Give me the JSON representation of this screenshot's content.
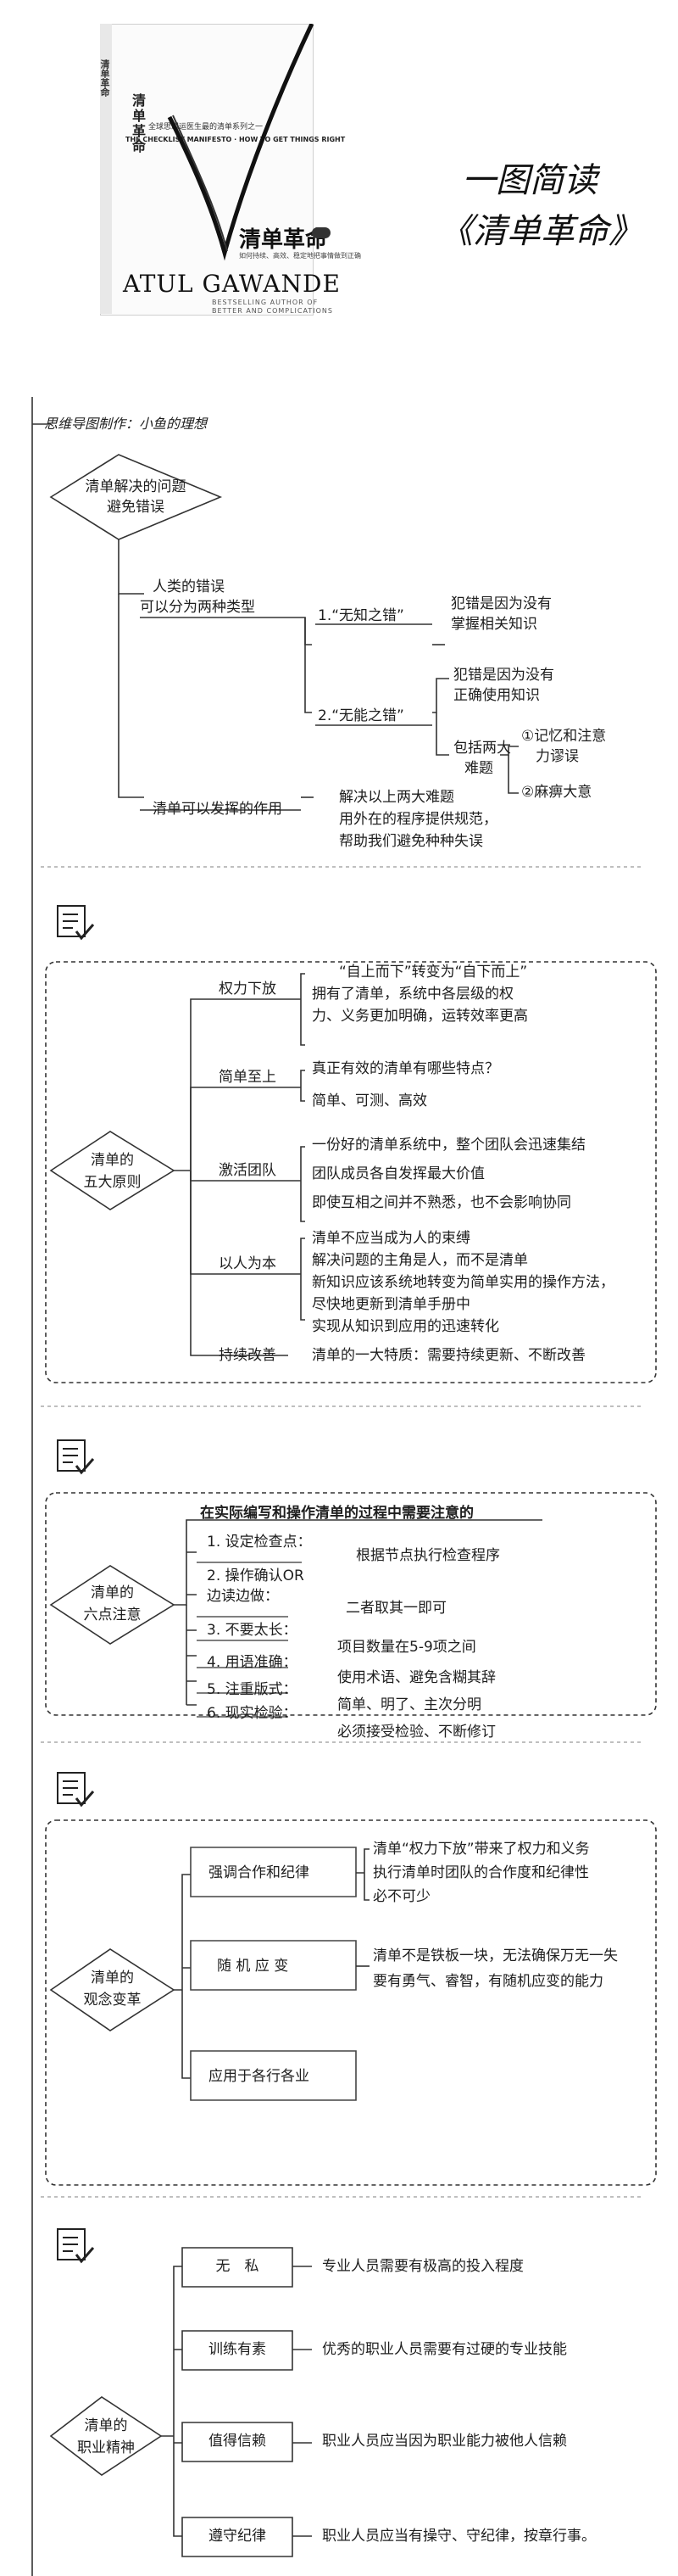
{
  "header": {
    "cover": {
      "series": "全球思想运医生最的清单系列之一",
      "english_title": "THE CHECKLIST MANIFESTO · HOW TO GET THINGS RIGHT",
      "cn_title": "清单革命",
      "subtitle_line": "如何持续、高效、稳定地把事情做到正确",
      "author": "ATUL GAWANDE",
      "blurb1": "BESTSELLING AUTHOR OF",
      "blurb2": "BETTER AND COMPLICATIONS",
      "spine_title": "清单革命"
    },
    "headline_1": "一图简读",
    "headline_2": "《清单革命》",
    "credit": "思维导图制作：小鱼的理想"
  },
  "section1": {
    "root": [
      "清单解决的问题",
      "避免错误"
    ],
    "branch_a": [
      "人类的错误",
      "可以分为两种类型"
    ],
    "err1_label": "1.“无知之错”",
    "err1_desc": [
      "犯错是因为没有",
      "掌握相关知识"
    ],
    "err2_label": "2.“无能之错”",
    "err2_desc": [
      "犯错是因为没有",
      "正确使用知识"
    ],
    "difficulty_label": [
      "包括两大",
      "难题"
    ],
    "difficulty_items": [
      "①记忆和注意",
      "力谬误",
      "②麻痹大意"
    ],
    "branch_b": "清单可以发挥的作用",
    "branch_b_desc": [
      "解决以上两大难题",
      "用外在的程序提供规范，",
      "帮助我们避免种种失误"
    ]
  },
  "section2": {
    "root": [
      "清单的",
      "五大原则"
    ],
    "nodes": [
      {
        "label": "权力下放",
        "lines": [
          "“自上而下”转变为“自下而上”",
          "拥有了清单，系统中各层级的权",
          "力、义务更加明确，运转效率更高"
        ]
      },
      {
        "label": "简单至上",
        "lines": [
          "真正有效的清单有哪些特点？",
          "简单、可测、高效"
        ]
      },
      {
        "label": "激活团队",
        "lines": [
          "一份好的清单系统中，整个团队会迅速集结",
          "团队成员各自发挥最大价值",
          "即使互相之间并不熟悉，也不会影响协同"
        ]
      },
      {
        "label": "以人为本",
        "lines": [
          "清单不应当成为人的束缚",
          "解决问题的主角是人，而不是清单",
          "新知识应该系统地转变为简单实用的操作方法，",
          "尽快地更新到清单手册中",
          "实现从知识到应用的迅速转化"
        ]
      },
      {
        "label": "持续改善",
        "lines": [
          "清单的一大特质：需要持续更新、不断改善"
        ]
      }
    ]
  },
  "section3": {
    "root": [
      "清单的",
      "六点注意"
    ],
    "heading": "在实际编写和操作清单的过程中需要注意的",
    "items": [
      {
        "label": [
          "1. 设定检查点："
        ],
        "desc": "根据节点执行检查程序"
      },
      {
        "label": [
          "2. 操作确认OR",
          "边读边做："
        ],
        "desc": "二者取其一即可"
      },
      {
        "label": [
          "3. 不要太长："
        ],
        "desc": "项目数量在5-9项之间"
      },
      {
        "label": [
          "4. 用语准确："
        ],
        "desc": "使用术语、避免含糊其辞"
      },
      {
        "label": [
          "5. 注重版式："
        ],
        "desc": "简单、明了、主次分明"
      },
      {
        "label": [
          "6. 现实检验："
        ],
        "desc": "必须接受检验、不断修订"
      }
    ]
  },
  "section4": {
    "root": [
      "清单的",
      "观念变革"
    ],
    "nodes": [
      {
        "label": "强调合作和纪律",
        "lines": [
          "清单“权力下放”带来了权力和义务",
          "执行清单时团队的合作度和纪律性",
          "必不可少"
        ]
      },
      {
        "label": "随 机 应 变",
        "lines": [
          "清单不是铁板一块，无法确保万无一失",
          "要有勇气、睿智，有随机应变的能力"
        ]
      },
      {
        "label": "应用于各行各业",
        "lines": []
      }
    ]
  },
  "section5": {
    "root": [
      "清单的",
      "职业精神"
    ],
    "nodes": [
      {
        "label": "无　私",
        "desc": "专业人员需要有极高的投入程度"
      },
      {
        "label": "训练有素",
        "desc": "优秀的职业人员需要有过硬的专业技能"
      },
      {
        "label": "值得信赖",
        "desc": "职业人员应当因为职业能力被他人信赖"
      },
      {
        "label": "遵守纪律",
        "desc": "职业人员应当有操守、守纪律，按章行事。"
      }
    ]
  },
  "icons": [
    "scroll-check-icon"
  ]
}
